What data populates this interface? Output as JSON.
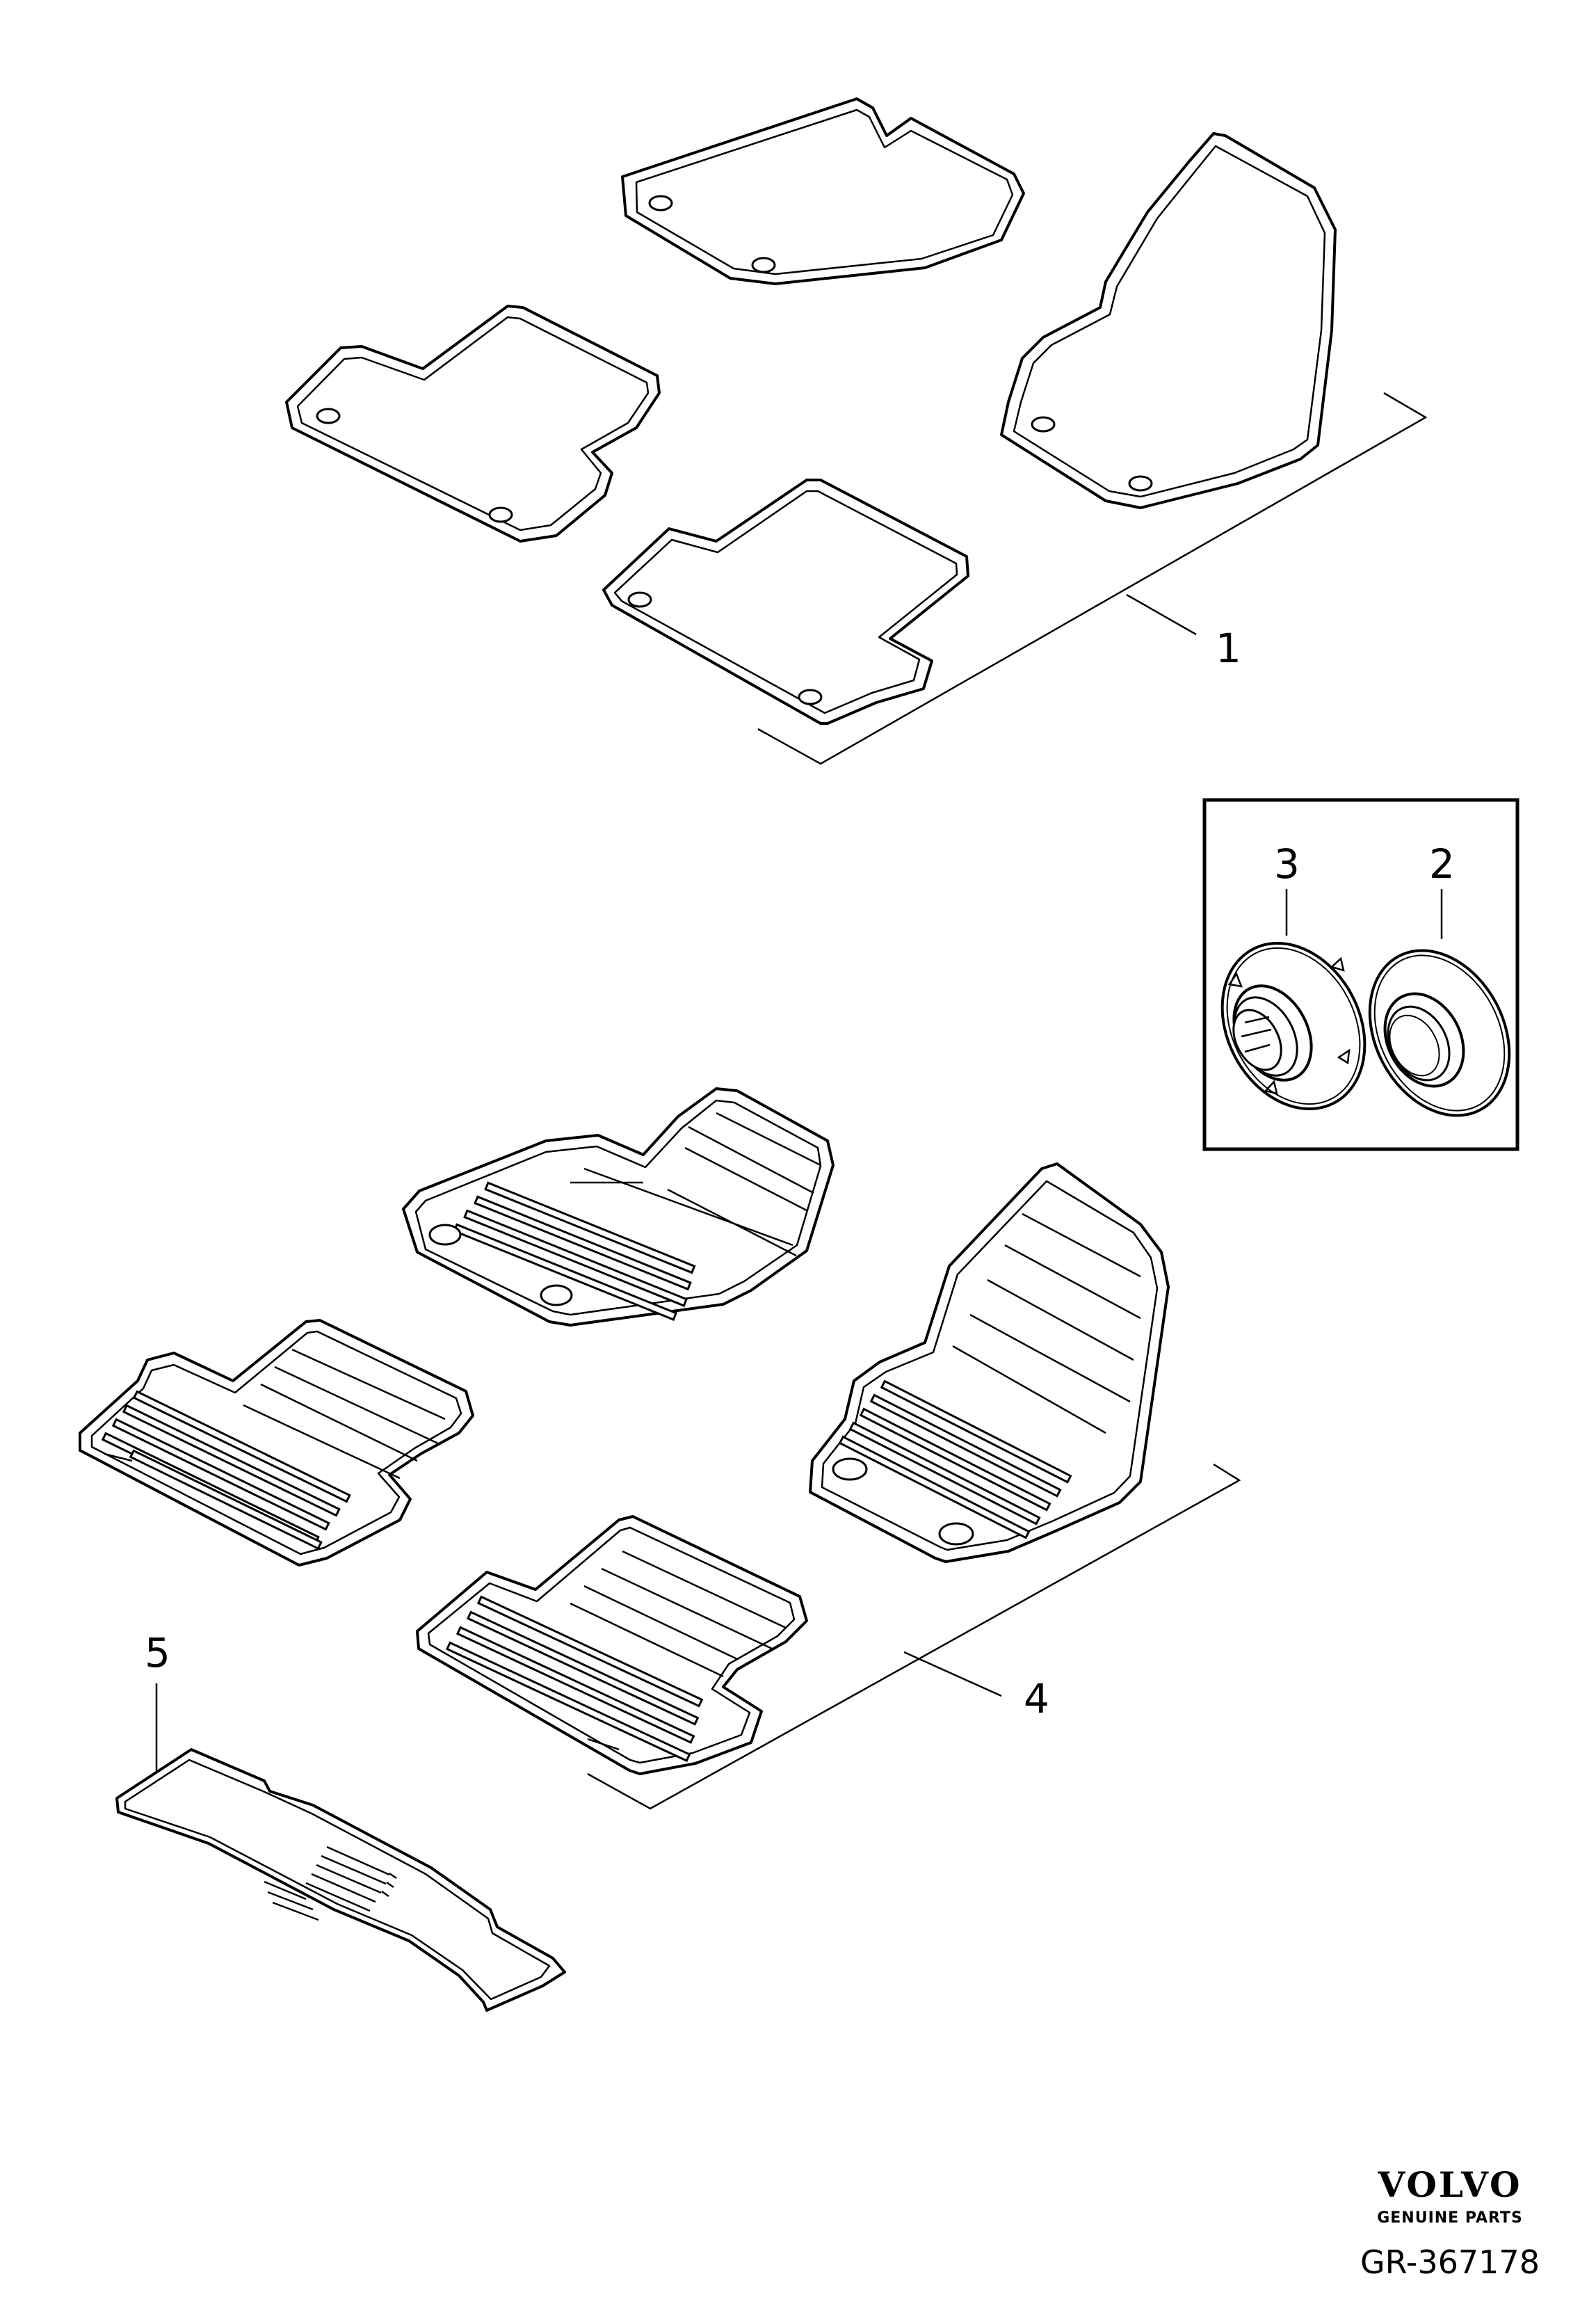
{
  "callouts": {
    "item1": "1",
    "item2": "2",
    "item3": "3",
    "item4": "4",
    "item5": "5"
  },
  "branding": {
    "logo": "VOLVO",
    "tagline": "GENUINE PARTS"
  },
  "reference": "GR-367178"
}
